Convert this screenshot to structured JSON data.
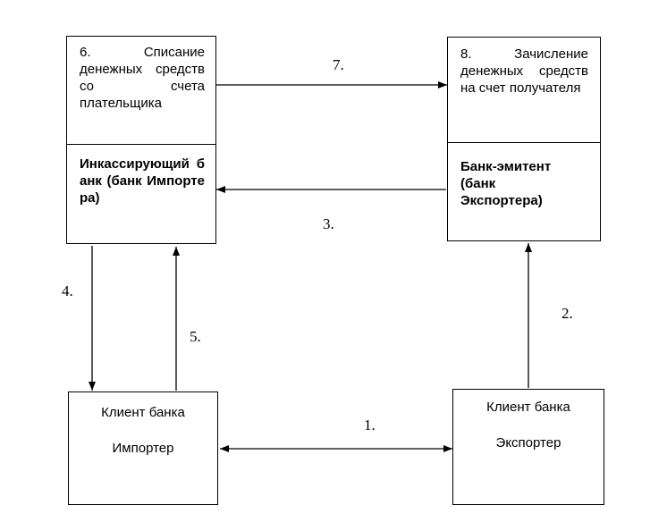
{
  "boxes": {
    "collecting_bank": {
      "step_text": "6.   Списание денежных средств со счета плательщика",
      "bank_text": "Инкассирующий банк (банк Импортера)"
    },
    "issuing_bank": {
      "step_text": "8.  Зачисление денежных средств на счет получателя",
      "bank_text": "Банк-эмитент (банк Экспортера)"
    },
    "importer_client": {
      "line1": "Клиент банка",
      "line2": "Импортер"
    },
    "exporter_client": {
      "line1": "Клиент банка",
      "line2": "Экспортер"
    }
  },
  "arrow_labels": {
    "step1": "1.",
    "step2": "2.",
    "step3": "3.",
    "step4": "4.",
    "step5": "5.",
    "step7": "7."
  }
}
